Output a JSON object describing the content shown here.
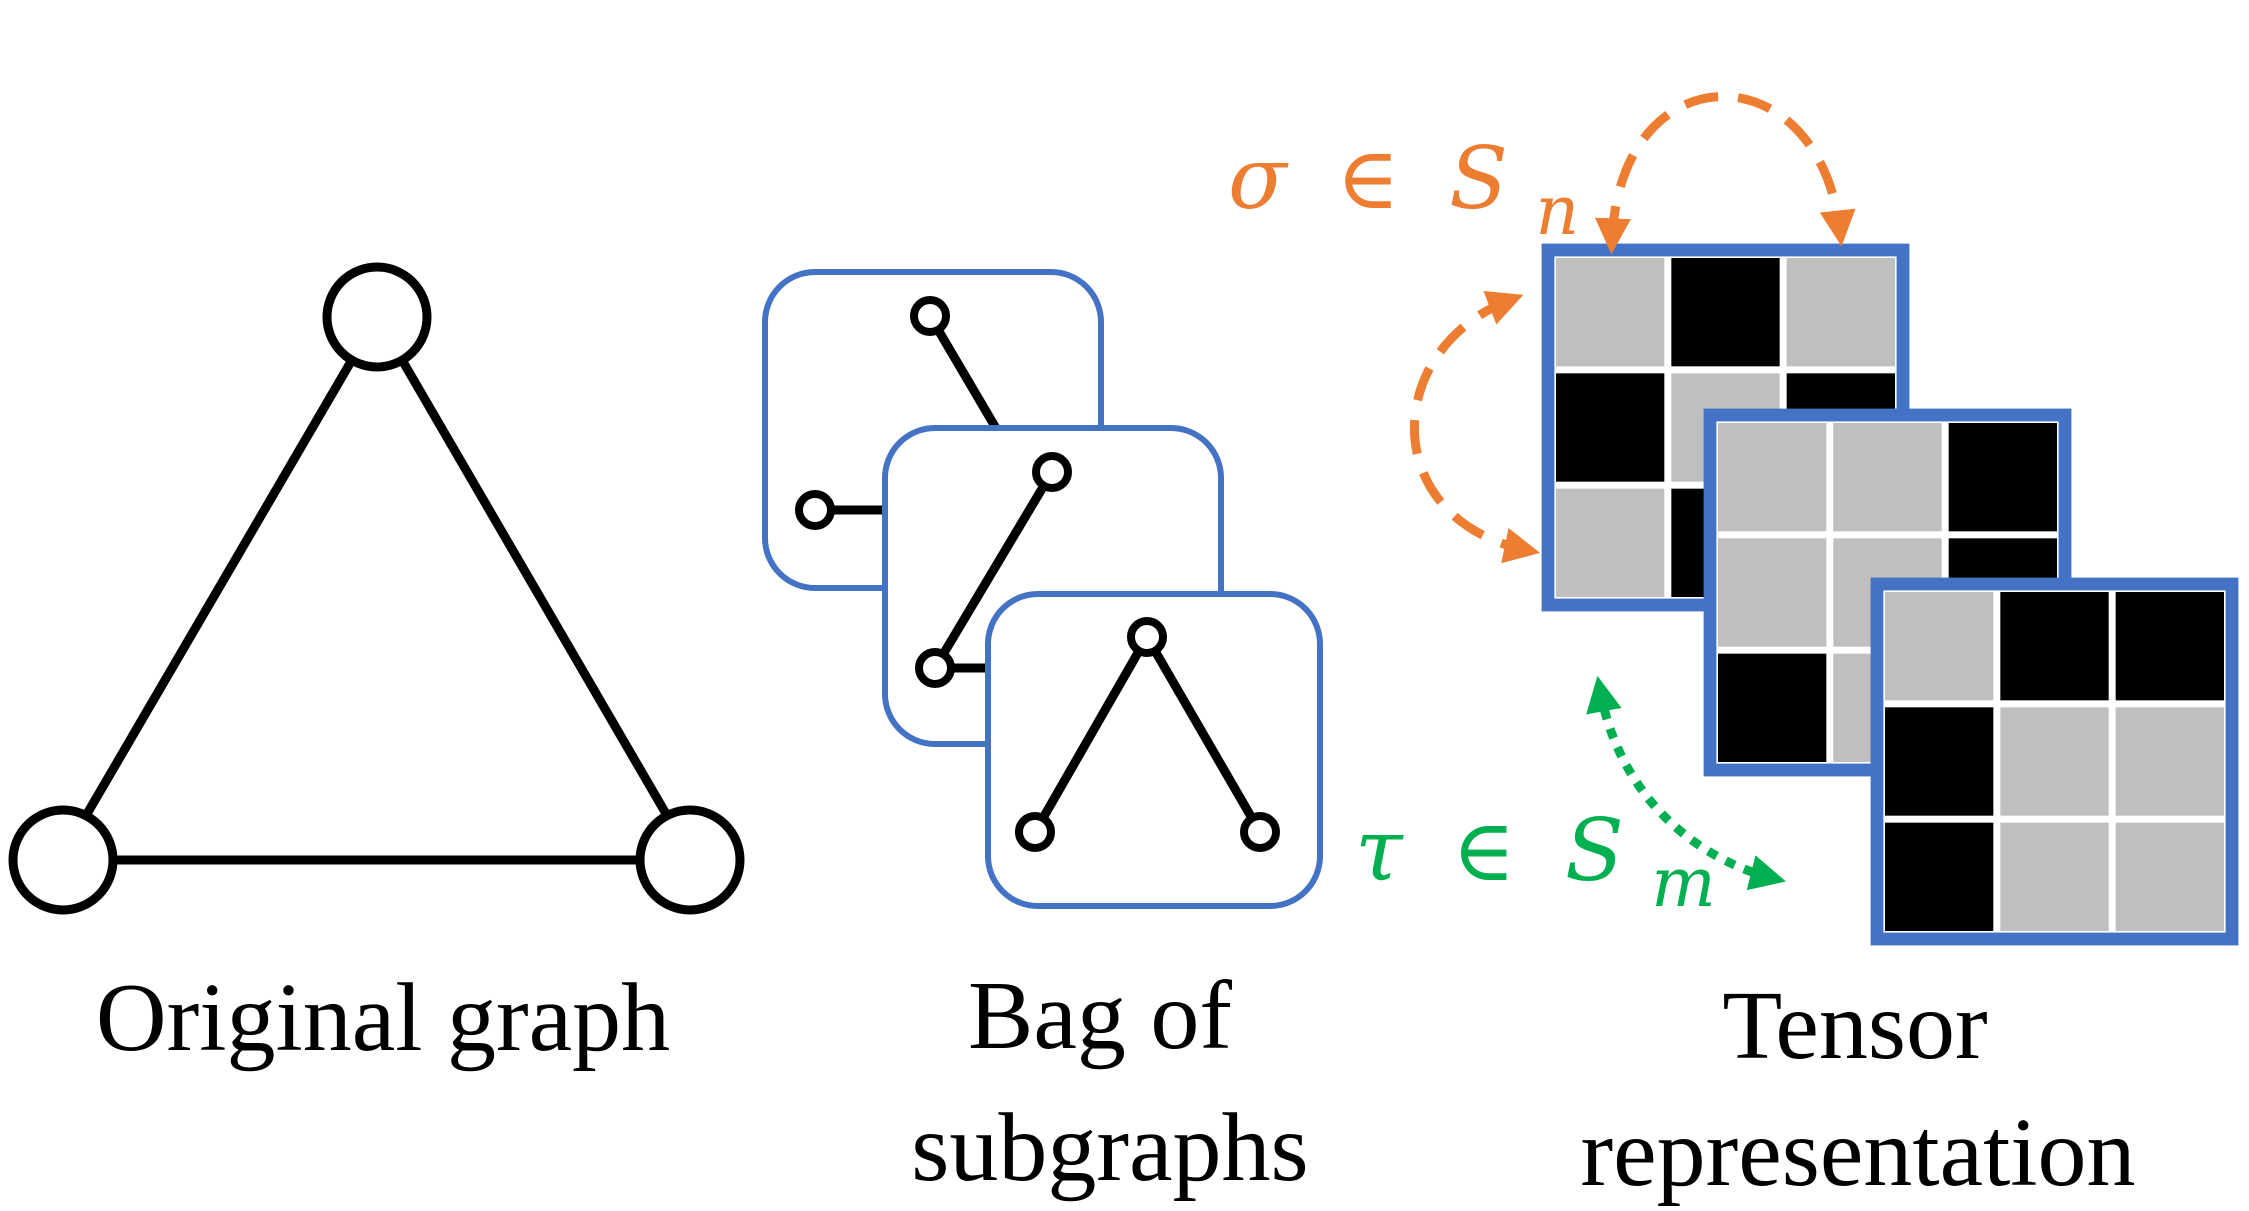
{
  "colors": {
    "ink": "#000000",
    "card_border": "#4472C4",
    "matrix_border": "#4472C4",
    "cell_gray": "#BFBFBF",
    "cell_black": "#000000",
    "row_perm": "#ED7D31",
    "subgraph_perm": "#00B050"
  },
  "original_graph": {
    "caption": "Original graph"
  },
  "bag_of_subgraphs": {
    "caption_line1": "Bag of",
    "caption_line2": "subgraphs"
  },
  "tensor": {
    "caption_line1": "Tensor",
    "caption_line2": "representation",
    "matrices": [
      {
        "cells": [
          [
            "gray",
            "black",
            "gray"
          ],
          [
            "black",
            "gray",
            "black"
          ],
          [
            "gray",
            "black",
            "gray"
          ]
        ]
      },
      {
        "cells": [
          [
            "gray",
            "gray",
            "black"
          ],
          [
            "gray",
            "gray",
            "black"
          ],
          [
            "black",
            "gray",
            "black"
          ]
        ]
      },
      {
        "cells": [
          [
            "gray",
            "black",
            "black"
          ],
          [
            "black",
            "gray",
            "gray"
          ],
          [
            "black",
            "gray",
            "gray"
          ]
        ]
      }
    ]
  },
  "labels": {
    "sigma": {
      "symbol": "σ",
      "relation": "∈",
      "set": "S",
      "subscript": "n"
    },
    "tau": {
      "symbol": "τ",
      "relation": "∈",
      "set": "S",
      "subscript": "m"
    }
  }
}
